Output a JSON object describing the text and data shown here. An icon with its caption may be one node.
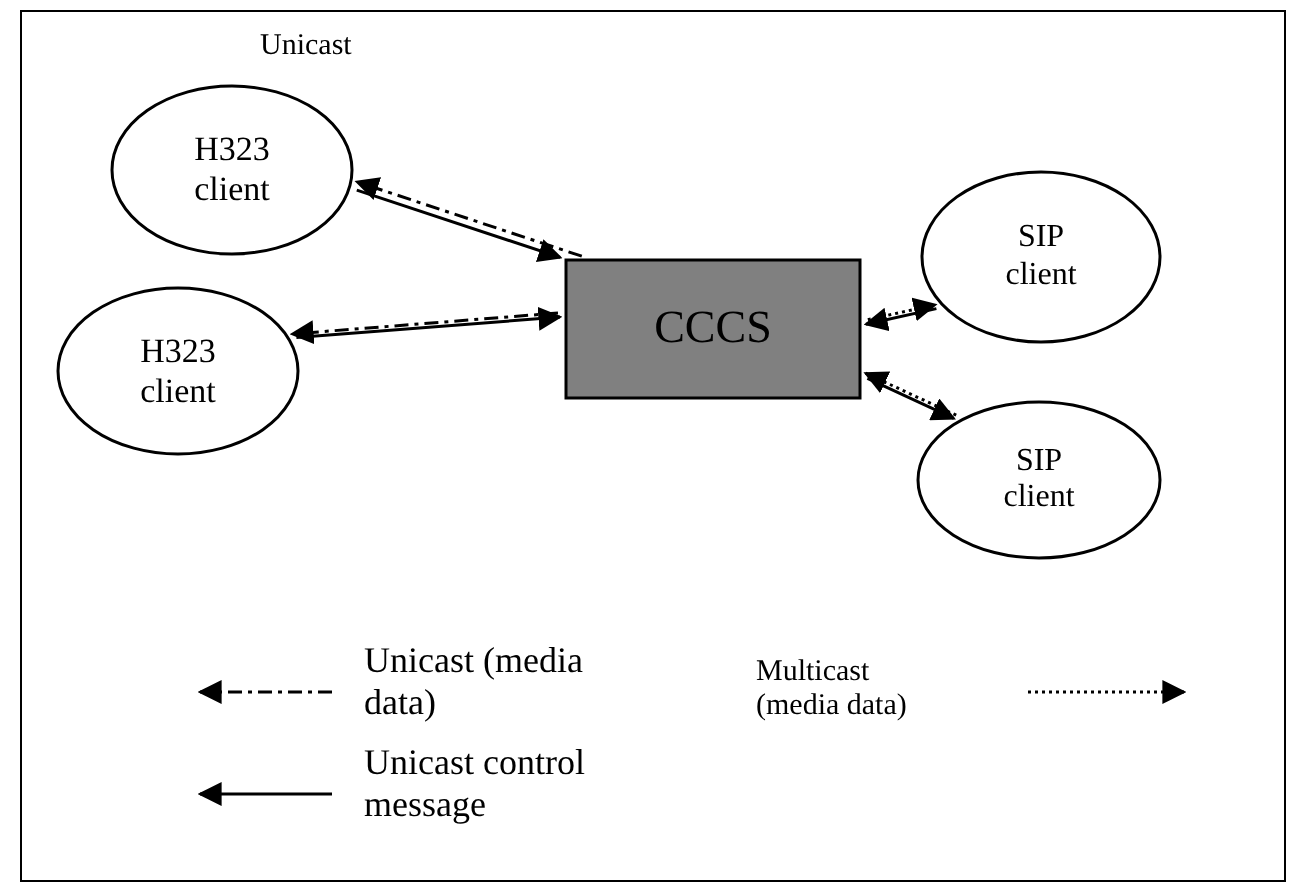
{
  "diagram": {
    "nodes": [
      {
        "text": [
          "H323 client"
        ]
      },
      {
        "text": [
          "H323 client"
        ]
      },
      {
        "text": [
          "CCCS"
        ]
      },
      {
        "text": [
          "SIP client"
        ]
      },
      {
        "text": [
          "SIP client"
        ]
      }
    ],
    "edges": [
      {
        "from": 0,
        "to": 2,
        "arrow": "to"
      },
      {
        "from": 2,
        "to": 0,
        "arrow": "to",
        "style": "dashed"
      },
      {
        "from": 1,
        "to": 2,
        "arrow": "to"
      },
      {
        "from": 2,
        "to": 1,
        "arrow": "to",
        "style": "dashed"
      },
      {
        "from": 3,
        "to": 2,
        "arrow": "to"
      },
      {
        "from": 2,
        "to": 3,
        "arrow": "to",
        "style": "dashed"
      },
      {
        "from": 2,
        "to": 4,
        "arrow": "to"
      },
      {
        "from": 4,
        "to": 2,
        "arrow": "to",
        "style": "dashed"
      }
    ],
    "labels": [
      "Unicast"
    ],
    "legend": [
      {
        "text": "Unicast (media data)"
      },
      {
        "text": "Unicast control message"
      },
      {
        "text": "Multicast (media data)"
      }
    ]
  }
}
